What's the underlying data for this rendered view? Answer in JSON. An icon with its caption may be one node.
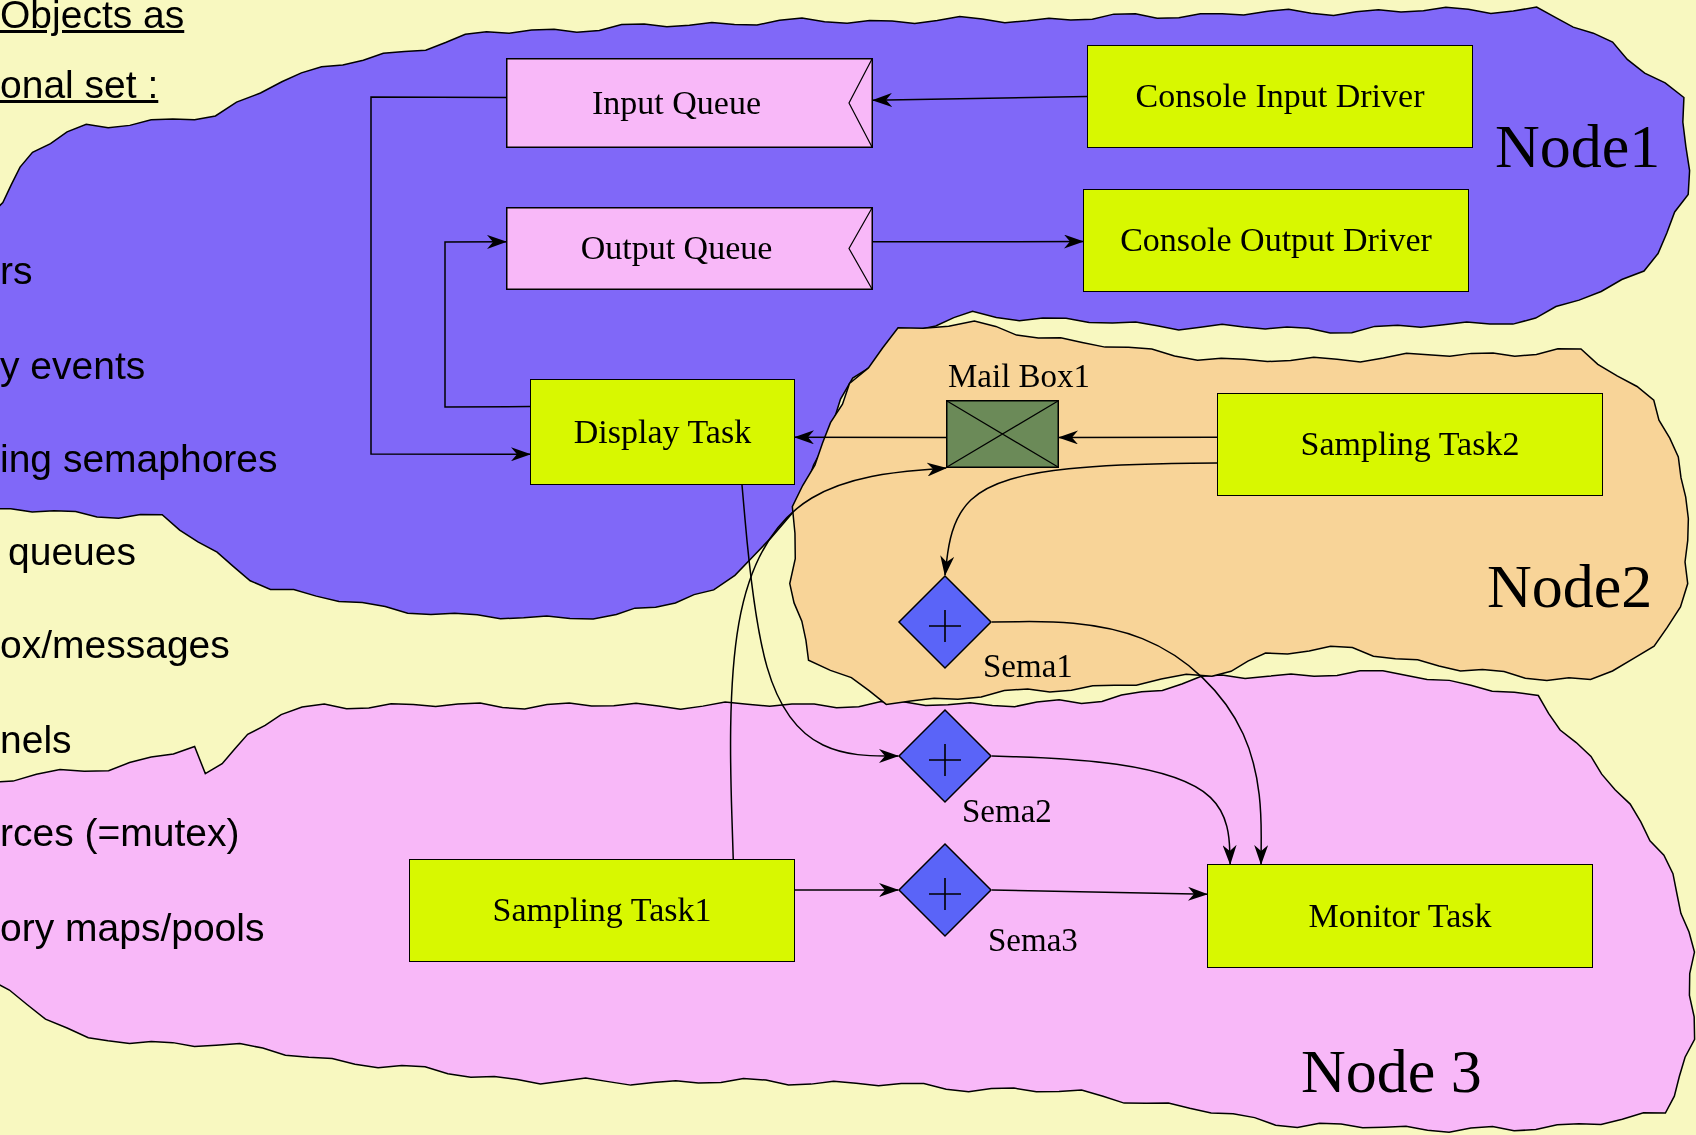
{
  "diagram": {
    "nodes": [
      {
        "text": [
          "Node1"
        ]
      },
      {
        "text": [
          "Input Queue"
        ],
        "in": 0
      },
      {
        "text": [
          "Console Input Driver"
        ],
        "in": 0
      },
      {
        "text": [
          "Output Queue"
        ],
        "in": 0
      },
      {
        "text": [
          "Console Output Driver"
        ],
        "in": 0
      },
      {
        "text": [
          "Display Task"
        ],
        "in": 0
      },
      {
        "text": [
          "Node2"
        ]
      },
      {
        "text": [],
        "shape": "box",
        "beside": [
          "Mail Box1"
        ],
        "in": 6
      },
      {
        "text": [
          "Sampling Task2"
        ],
        "in": 6
      },
      {
        "text": [],
        "shape": "diamond",
        "beside": [
          "Sema1"
        ],
        "in": 6
      },
      {
        "text": [
          "Node 3"
        ]
      },
      {
        "text": [],
        "shape": "diamond",
        "beside": [
          "Sema2"
        ],
        "in": 10
      },
      {
        "text": [
          "Sampling Task1"
        ],
        "in": 10
      },
      {
        "text": [],
        "shape": "diamond",
        "beside": [
          "Sema3"
        ],
        "in": 10
      },
      {
        "text": [
          "Monitor Task"
        ],
        "in": 10
      }
    ],
    "edges": [
      {
        "from": 2,
        "to": 1,
        "arrow": "to"
      },
      {
        "from": 1,
        "to": 5,
        "arrow": "to"
      },
      {
        "from": 5,
        "to": 3,
        "arrow": "to"
      },
      {
        "from": 3,
        "to": 4,
        "arrow": "to"
      },
      {
        "from": 7,
        "to": 5,
        "arrow": "to"
      },
      {
        "from": 8,
        "to": 7,
        "arrow": "to"
      },
      {
        "from": 8,
        "to": 9,
        "arrow": "to"
      },
      {
        "from": 12,
        "to": 7,
        "arrow": "to"
      },
      {
        "from": 5,
        "to": 11,
        "arrow": "to"
      },
      {
        "from": 9,
        "to": 14,
        "arrow": "to"
      },
      {
        "from": 11,
        "to": 14,
        "arrow": "to"
      },
      {
        "from": 12,
        "to": 13,
        "arrow": "to"
      },
      {
        "from": 13,
        "to": 14,
        "arrow": "to"
      }
    ],
    "labels": [
      "Objects as",
      "onal set :",
      "rs",
      "y events",
      "ing semaphores",
      "queues",
      "ox/messages",
      "nels",
      "rces (=mutex)",
      "ory maps/pools"
    ]
  }
}
